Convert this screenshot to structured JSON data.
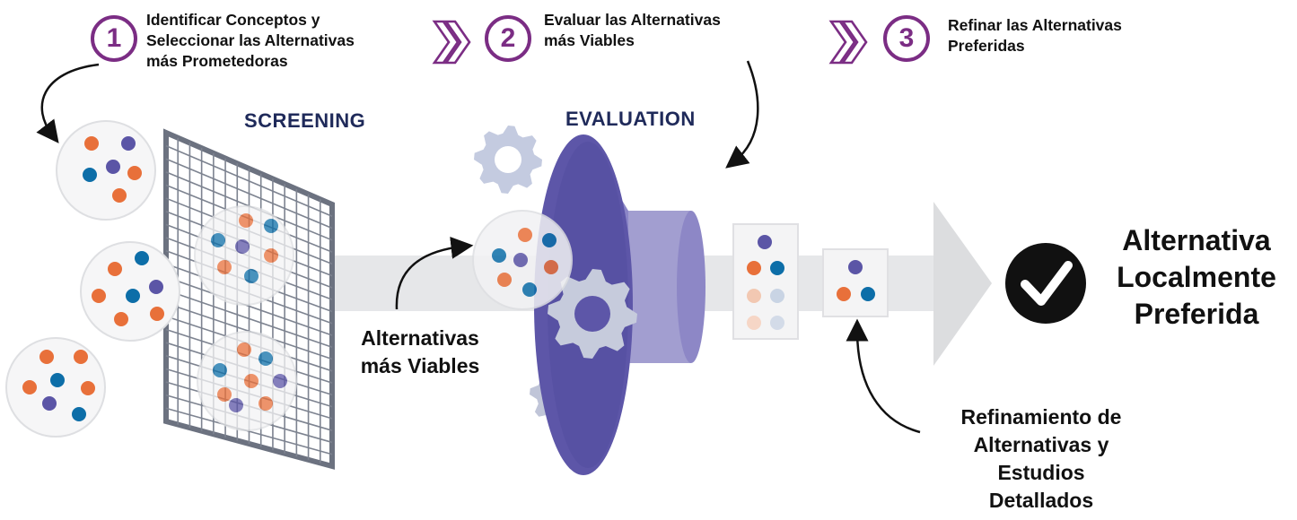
{
  "steps": [
    {
      "number": "1",
      "lines": [
        "Identificar Conceptos y",
        "Seleccionar las Alternativas",
        "más Prometedoras"
      ]
    },
    {
      "number": "2",
      "lines": [
        "Evaluar las Alternativas",
        "más Viables"
      ]
    },
    {
      "number": "3",
      "lines": [
        "Refinar las Alternativas",
        "Preferidas"
      ]
    }
  ],
  "stages": {
    "screening": "SCREENING",
    "evaluation": "EVALUATION"
  },
  "labels": {
    "viable": [
      "Alternativas",
      "más Viables"
    ],
    "refinement": [
      "Refinamiento de",
      "Alternativas y",
      "Estudios",
      "Detallados"
    ],
    "final": [
      "Alternativa",
      "Localmente",
      "Preferida"
    ]
  },
  "colors": {
    "step_purple": "#7b2d84",
    "stage_navy": "#1f2a5a",
    "dot_orange": "#e8703a",
    "dot_blue": "#0d6ea8",
    "dot_purple": "#5b55a6",
    "funnel": "#5d56a8",
    "arrow_gray": "#e0e1e3"
  },
  "icons": [
    "circle-arrow-icon",
    "grid-screen-icon",
    "funnel-icon",
    "gear-icon",
    "checkmark-icon",
    "chevron-right-icon"
  ]
}
